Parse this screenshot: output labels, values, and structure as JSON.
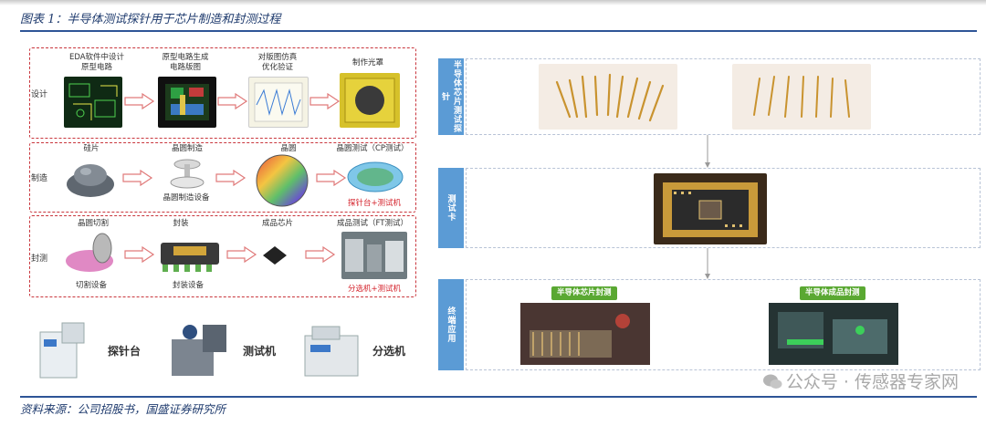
{
  "header": {
    "caption": "图表 1：半导体测试探针用于芯片制造和封测过程"
  },
  "left_panel": {
    "design": {
      "row_label": "设计",
      "steps": [
        "EDA软件中设计\n原型电路",
        "原型电路生成\n电路版图",
        "对版图仿真\n优化验证",
        "制作光罩"
      ]
    },
    "manufacture": {
      "row_label": "制造",
      "steps": [
        "硅片",
        "晶圆制造",
        "晶圆",
        "晶圆测试（CP测试）"
      ],
      "sub_label": "晶圆制造设备",
      "equipment_label": "探针台+测试机"
    },
    "packaging": {
      "row_label": "封测",
      "steps": [
        "晶圆切割",
        "封装",
        "成品芯片",
        "成品测试（FT测试）"
      ],
      "sub_labels": [
        "切割设备",
        "封装设备"
      ],
      "equipment_label": "分选机+测试机"
    },
    "equipment": [
      "探针台",
      "测试机",
      "分选机"
    ]
  },
  "right_panel": {
    "tabs": [
      "半导体芯片测试探针",
      "测试卡",
      "终端应用"
    ],
    "applications": [
      "半导体芯片封测",
      "半导体成品封测"
    ]
  },
  "footer": {
    "source": "资料来源：公司招股书，国盛证券研究所",
    "watermark": "公众号 · 传感器专家网"
  },
  "colors": {
    "rule": "#2e5597",
    "dashed_red": "#c9363d",
    "tab_blue": "#5b9bd5",
    "tag_green": "#5aa832",
    "highlight_red": "#d4222b"
  }
}
